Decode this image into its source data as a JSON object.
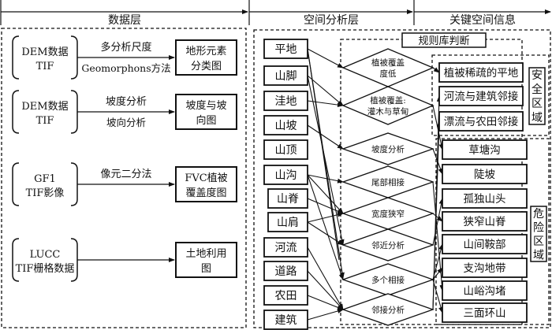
{
  "header": {
    "layers": [
      {
        "label": "数据层"
      },
      {
        "label": "空间分析层"
      },
      {
        "label": "关键空间信息"
      }
    ]
  },
  "data_layer": {
    "rows": [
      {
        "source": [
          "DEM数据",
          "TIF"
        ],
        "method_top": "多分析尺度",
        "method_bottom": "Geomorphons方法",
        "output": [
          "地形元素",
          "分类图"
        ]
      },
      {
        "source": [
          "DEM数据",
          "TIF"
        ],
        "method_top": "坡度分析",
        "method_bottom": "坡向分析",
        "output": [
          "坡度与坡",
          "向图"
        ]
      },
      {
        "source": [
          "GF1",
          "TIF影像"
        ],
        "method_top": "像元二分法",
        "method_bottom": "",
        "output": [
          "FVC植被",
          "覆盖度图"
        ]
      },
      {
        "source": [
          "LUCC",
          "TIF栅格数据"
        ],
        "method_top": "",
        "method_bottom": "",
        "output": [
          "土地利用",
          "图"
        ]
      }
    ]
  },
  "analysis_layer": {
    "rule_base_label": "规则库判断",
    "elements": [
      "平地",
      "山脚",
      "洼地",
      "山坡",
      "山顶",
      "山沟",
      "山脊",
      "山肩",
      "河流",
      "道路",
      "农田",
      "建筑"
    ],
    "rules": [
      [
        "植被覆盖",
        "度低"
      ],
      [
        "植被覆盖:",
        "灌木与草甸"
      ],
      [
        "坡度分析"
      ],
      [
        "尾部相接"
      ],
      [
        "宽度狭窄"
      ],
      [
        "邻近分析"
      ],
      [
        "多个相接"
      ],
      [
        "邻接分析"
      ]
    ]
  },
  "key_info": {
    "safe_zone": {
      "label": "安全区域",
      "items": [
        "植被稀疏的平地",
        "河流与建筑邻接",
        "漂流与农田邻接"
      ]
    },
    "middle_items": [
      "草塘沟",
      "陡坡"
    ],
    "danger_zone": {
      "label": "危险区域",
      "items": [
        "孤独山头",
        "狭窄山脊",
        "山间鞍部",
        "支沟地带",
        "山峪沟堵",
        "三面环山"
      ]
    }
  }
}
